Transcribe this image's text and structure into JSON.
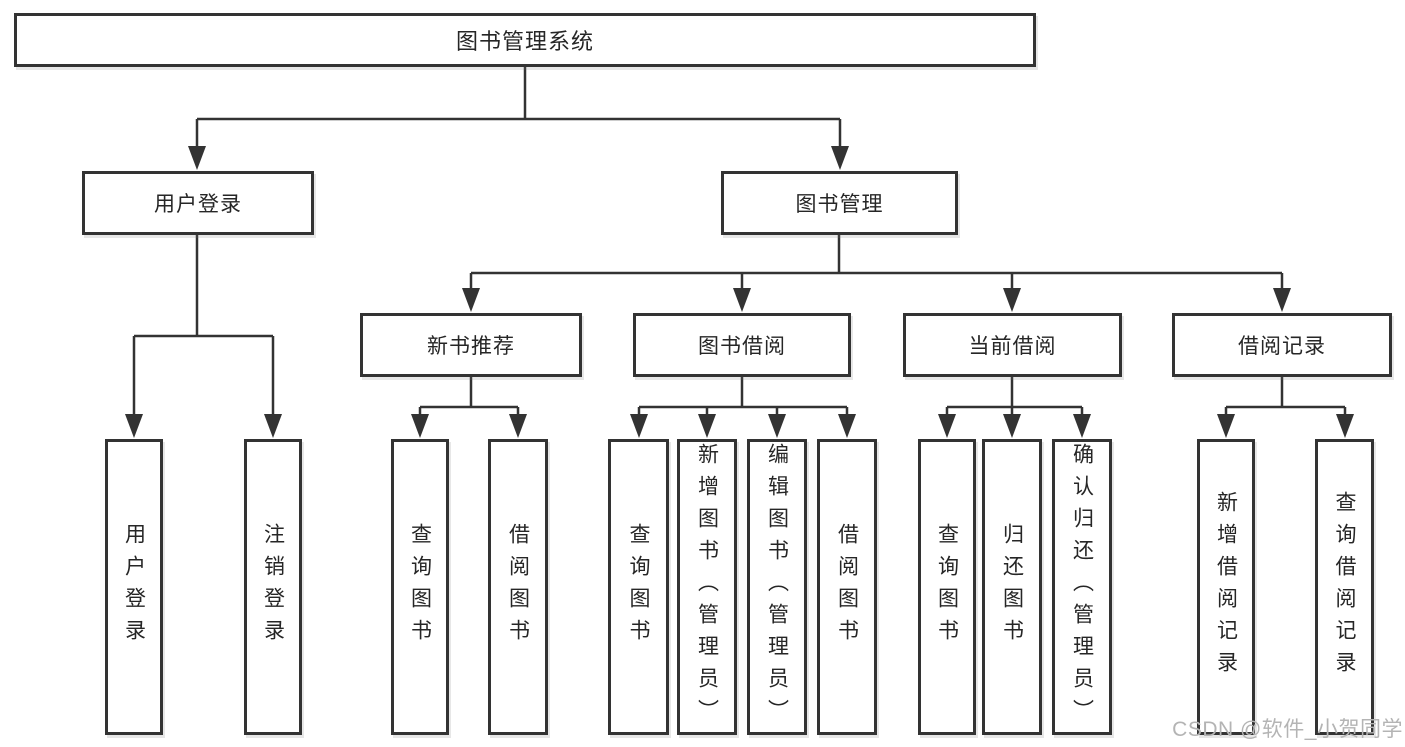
{
  "diagram": {
    "root_label": "图书管理系统",
    "level2": {
      "user_login": "用户登录",
      "book_management": "图书管理"
    },
    "level3": {
      "new_book_recommend": "新书推荐",
      "book_borrowing": "图书借阅",
      "current_borrowing": "当前借阅",
      "borrow_records": "借阅记录"
    },
    "leaves": {
      "user_login": [
        "用户登录",
        "注销登录"
      ],
      "new_book_recommend": [
        "查询图书",
        "借阅图书"
      ],
      "book_borrowing": [
        "查询图书",
        "新增图书（管理员）",
        "编辑图书（管理员）",
        "借阅图书"
      ],
      "current_borrowing": [
        "查询图书",
        "归还图书",
        "确认归还（管理员）"
      ],
      "borrow_records": [
        "新增借阅记录",
        "查询借阅记录"
      ]
    },
    "watermark": "CSDN @软件_小贺同学",
    "colors": {
      "line": "#333333",
      "text": "#262626",
      "watermark": "#b4b4b4",
      "background": "#ffffff"
    }
  }
}
